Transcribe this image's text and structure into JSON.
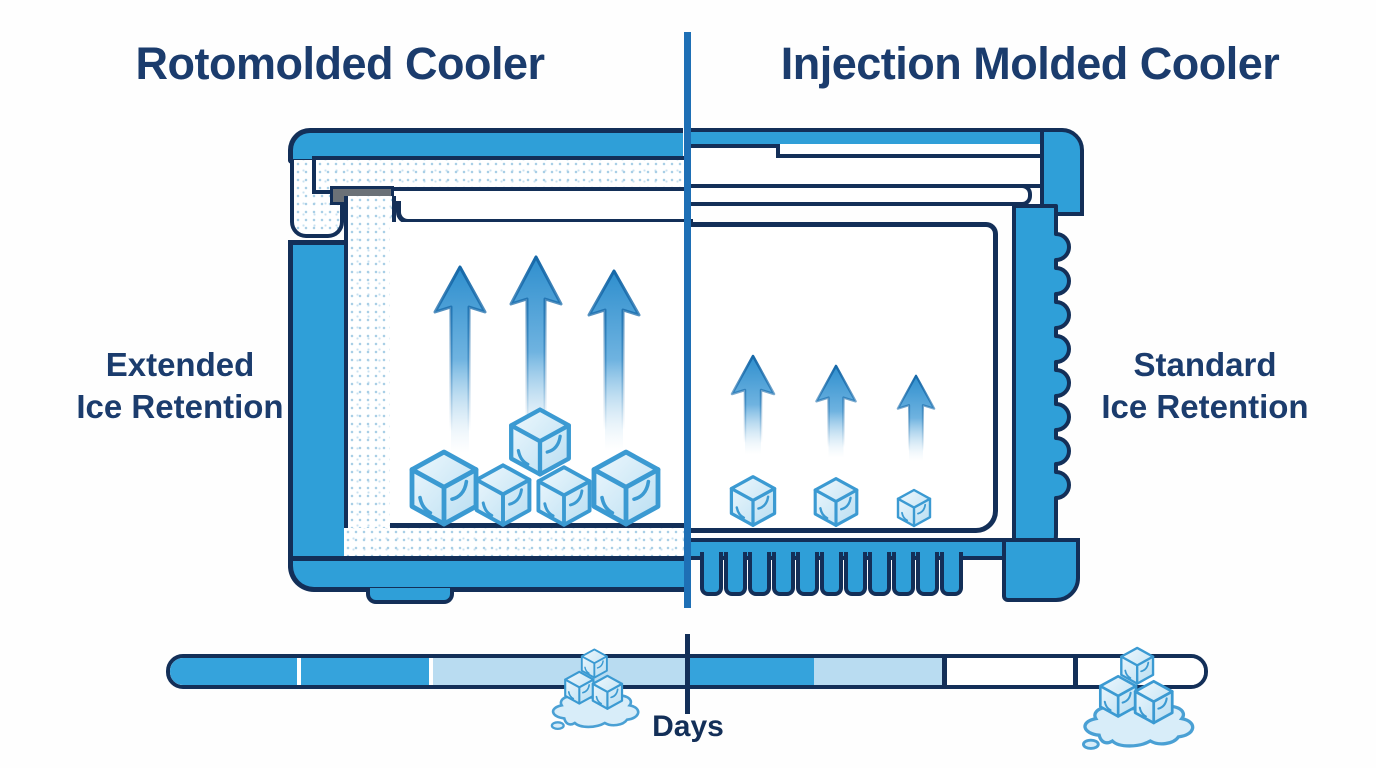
{
  "header": {
    "left_title": "Rotomolded Cooler",
    "right_title": "Injection Molded Cooler"
  },
  "side_labels": {
    "left": {
      "line1": "Extended",
      "line2": "Ice Retention"
    },
    "right": {
      "line1": "Standard",
      "line2": "Ice Retention"
    }
  },
  "timeline": {
    "label": "Days",
    "segments": [
      "medium",
      "medium",
      "light",
      "medium",
      "light",
      "white",
      "white"
    ]
  },
  "diagram": {
    "left_cooler": {
      "name": "Rotomolded Cooler",
      "insulation": "thick dotted foam walls",
      "ice_cubes": 5,
      "heat_arrows": 3
    },
    "right_cooler": {
      "name": "Injection Molded Cooler",
      "insulation": "thin ribbed plastic walls",
      "ice_cubes": 3,
      "heat_arrows": 3
    },
    "melting_ice_markers": 2
  },
  "colors": {
    "outline_navy": "#132f58",
    "title_navy": "#1b3c6d",
    "cooler_blue": "#2f9fd8",
    "arrow_blue": "#2f8fce",
    "ice_outline": "#3b9ad2",
    "ice_fill": "#cfe7f7",
    "bar_medium": "#35a3dc",
    "bar_light": "#b9dcf1",
    "bar_white": "#ffffff",
    "divider_blue": "#1e6fb5",
    "latch_gray": "#6b7177"
  }
}
